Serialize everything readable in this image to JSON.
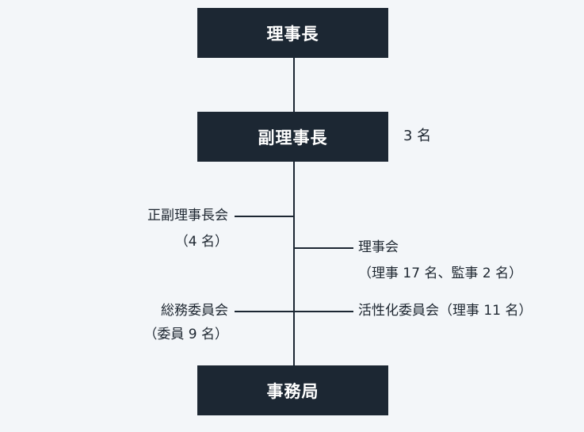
{
  "org": {
    "top_box": "理事長",
    "mid_box": "副理事長",
    "mid_count": "3 名",
    "bottom_box": "事務局"
  },
  "branches": {
    "vice_council": {
      "name": "正副理事長会",
      "count": "（4 名）"
    },
    "board": {
      "name": "理事会",
      "detail": "（理事 17 名、監事 2 名）"
    },
    "general_committee": {
      "name": "総務委員会",
      "count": "（委員 9 名）"
    },
    "activity_committee": {
      "name": "活性化委員会（理事 11 名）"
    }
  },
  "colors": {
    "background": "#f3f6f9",
    "box_fill": "#1c2733",
    "box_text": "#ffffff",
    "line": "#1c2733",
    "label_text": "#1d2630"
  }
}
